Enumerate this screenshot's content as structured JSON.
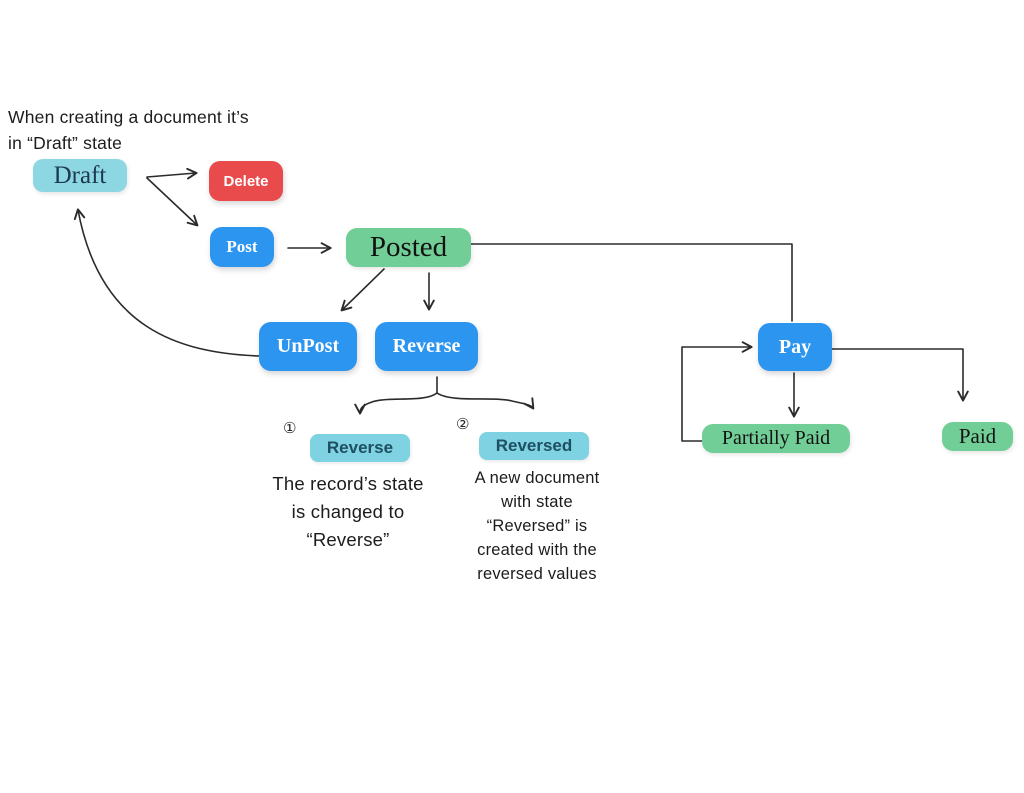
{
  "note": {
    "line1": "When creating a document it’s",
    "line2": "in “Draft” state"
  },
  "nodes": {
    "draft": {
      "label": "Draft",
      "color": "#8dd7e2"
    },
    "delete": {
      "label": "Delete",
      "color": "#e94b4d"
    },
    "post": {
      "label": "Post",
      "color": "#2b95f0"
    },
    "posted": {
      "label": "Posted",
      "color": "#71ce97"
    },
    "unpost": {
      "label": "UnPost",
      "color": "#2b95f0"
    },
    "reverse": {
      "label": "Reverse",
      "color": "#2b95f0"
    },
    "pay": {
      "label": "Pay",
      "color": "#2b95f0"
    },
    "partially_paid": {
      "label": "Partially Paid",
      "color": "#71ce97"
    },
    "paid": {
      "label": "Paid",
      "color": "#71ce97"
    },
    "reverse_tag": {
      "label": "Reverse",
      "color": "#7ed2e1"
    },
    "reversed_tag": {
      "label": "Reversed",
      "color": "#7ed2e1"
    }
  },
  "annotations": {
    "marker1": "①",
    "marker2": "②",
    "reverse_desc": [
      "The record’s state",
      "is changed to",
      "“Reverse”"
    ],
    "reversed_desc": [
      "A new document",
      "with state",
      "“Reversed” is",
      "created with the",
      "reversed values"
    ]
  },
  "colors": {
    "arrow": "#2b2b2b",
    "blue": "#2b95f0",
    "red": "#e94b4d",
    "green": "#71ce97",
    "cyan_state": "#8dd7e2",
    "cyan_tag": "#7ed2e1",
    "draft_text": "#1d3950",
    "tag_text": "#1e4f63",
    "text": "#1c1c1c"
  }
}
